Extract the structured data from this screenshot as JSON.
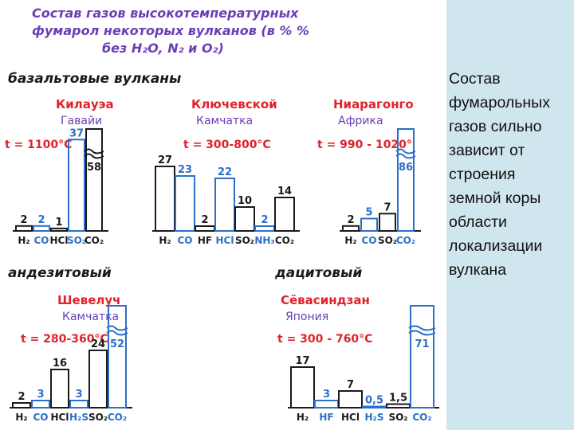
{
  "page": {
    "title_lines": [
      "Состав газов высокотемпературных",
      "фумарол некоторых вулканов (в % %",
      "без H₂O, N₂ и O₂)"
    ],
    "side_text": "Состав\nфумарольных\nгазов сильно\nзависит от\nстроения\nземной коры\nобласти\nлокализации\nвулкана",
    "colors": {
      "title": "#6a3fb5",
      "name": "#e0222b",
      "blue": "#2b6fc9",
      "black": "#1a1a1a",
      "panel": "#cfe6ee"
    }
  },
  "categories": {
    "basalt": "базальтовые вулканы",
    "andesite": "андезитовый",
    "dacite": "дацитовый"
  },
  "chart_data": [
    {
      "type": "bar",
      "name": "Килауэа",
      "place": "Гавайи",
      "temp": "t = 1100°C",
      "categories": [
        "H2",
        "CO",
        "HCl",
        "SO2",
        "CO2"
      ],
      "labels": [
        "2",
        "2",
        "1",
        "37",
        "58"
      ],
      "values": [
        2,
        2,
        1,
        37,
        58
      ],
      "colors": [
        "#1a1a1a",
        "#2b6fc9",
        "#1a1a1a",
        "#2b6fc9",
        "#1a1a1a"
      ]
    },
    {
      "type": "bar",
      "name": "Ключевской",
      "place": "Камчатка",
      "temp": "t = 300-800°C",
      "categories": [
        "H2",
        "CO",
        "HF",
        "HCl",
        "SO2",
        "NH3",
        "CO2"
      ],
      "labels": [
        "27",
        "23",
        "2",
        "22",
        "10",
        "2",
        "14"
      ],
      "values": [
        27,
        23,
        2,
        22,
        10,
        2,
        14
      ],
      "colors": [
        "#1a1a1a",
        "#2b6fc9",
        "#1a1a1a",
        "#2b6fc9",
        "#1a1a1a",
        "#2b6fc9",
        "#1a1a1a"
      ]
    },
    {
      "type": "bar",
      "name": "Ниарагонго",
      "place": "Африка",
      "temp": "t = 990 - 1020°",
      "categories": [
        "H2",
        "CO",
        "SO2",
        "CO2"
      ],
      "labels": [
        "2",
        "5",
        "7",
        "86"
      ],
      "values": [
        2,
        5,
        7,
        86
      ],
      "colors": [
        "#1a1a1a",
        "#2b6fc9",
        "#1a1a1a",
        "#2b6fc9"
      ]
    },
    {
      "type": "bar",
      "name": "Шевелуч",
      "place": "Камчатка",
      "temp": "t = 280-360°C",
      "categories": [
        "H2",
        "CO",
        "HCl",
        "H2S",
        "SO2",
        "CO2"
      ],
      "labels": [
        "2",
        "3",
        "16",
        "3",
        "24",
        "52"
      ],
      "values": [
        2,
        3,
        16,
        3,
        24,
        52
      ],
      "colors": [
        "#1a1a1a",
        "#2b6fc9",
        "#1a1a1a",
        "#2b6fc9",
        "#1a1a1a",
        "#2b6fc9"
      ]
    },
    {
      "type": "bar",
      "name": "Сёвасиндзан",
      "place": "Япония",
      "temp": "t = 300 - 760°C",
      "categories": [
        "H2",
        "HF",
        "HCl",
        "H2S",
        "SO2",
        "CO2"
      ],
      "labels": [
        "17",
        "3",
        "7",
        "0,5",
        "1,5",
        "71"
      ],
      "values": [
        17,
        3,
        7,
        0.5,
        1.5,
        71
      ],
      "colors": [
        "#1a1a1a",
        "#2b6fc9",
        "#1a1a1a",
        "#2b6fc9",
        "#1a1a1a",
        "#2b6fc9"
      ]
    }
  ]
}
